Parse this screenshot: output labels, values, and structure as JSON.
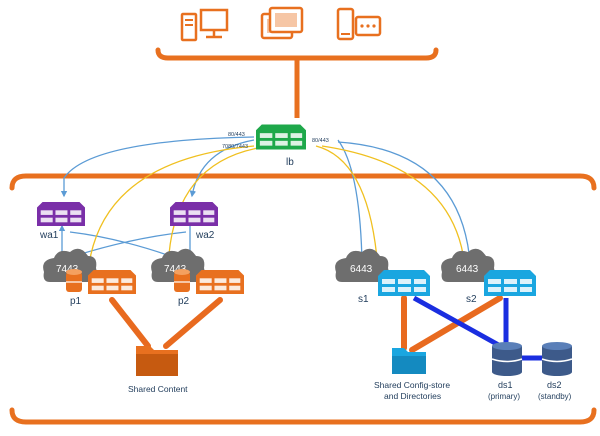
{
  "colors": {
    "orange": "#e8701f",
    "orange_dark": "#c65a10",
    "green": "#1ea84a",
    "purple": "#7a2fa8",
    "blue_server": "#1aa6e0",
    "cloud": "#6e6e6e",
    "db": "#3d5a8a",
    "link_blue": "#5b9bd5",
    "link_yellow": "#f0c020",
    "link_navy": "#1a2ee0",
    "link_orange": "#e86a1f"
  },
  "clients": [
    {
      "name": "desktop-client-icon"
    },
    {
      "name": "tablet-client-icon"
    },
    {
      "name": "mobile-client-icon"
    }
  ],
  "labels": {
    "lb": "lb",
    "port_a": "80/443",
    "port_b": "7080/7443",
    "port_c": "80/443",
    "wa1": "wa1",
    "wa2": "wa2",
    "p1": "p1",
    "p2": "p2",
    "s1": "s1",
    "s2": "s2",
    "cloud_p1": "7443",
    "cloud_p2": "7443",
    "cloud_s1": "6443",
    "cloud_s2": "6443",
    "shared_content": "Shared Content",
    "config_store_1": "Shared Config-store",
    "config_store_2": "and Directories",
    "ds1": "ds1",
    "ds1_role": "(primary)",
    "ds2": "ds2",
    "ds2_role": "(standby)"
  }
}
